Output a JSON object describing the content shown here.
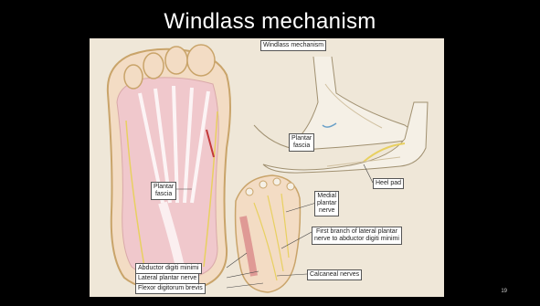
{
  "slide": {
    "title": "Windlass mechanism",
    "page_number": "19"
  },
  "figure": {
    "labels": {
      "windlass_mechanism": "Windlass mechanism",
      "plantar_fascia_top": "Plantar\nfascia",
      "heel_pad": "Heel pad",
      "plantar_fascia_left": "Plantar\nfascia",
      "medial_plantar_nerve": "Medial\nplantar\nnerve",
      "first_branch": "First branch of lateral plantar\nnerve to abductor digiti minimi",
      "abductor_digiti_minimi": "Abductor digiti minimi",
      "lateral_plantar_nerve": "Lateral plantar nerve",
      "flexor_digitorum_brevis": "Flexor digitorum brevis",
      "calcaneal_nerves": "Calcaneal nerves"
    },
    "colors": {
      "background": "#000000",
      "title_text": "#ffffff",
      "illustration_bg": "#efe7d8",
      "skin": "#f3dcc4",
      "fascia": "#f0c8cc",
      "nerve": "#e8d060",
      "muscle": "#d98a8a",
      "bone": "#f5f0e6"
    }
  }
}
